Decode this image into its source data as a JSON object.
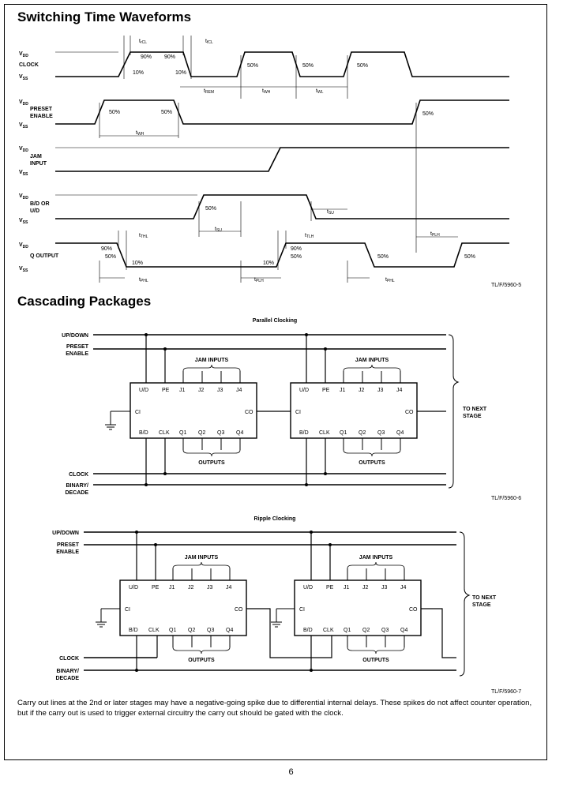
{
  "sections": {
    "waveforms_title": "Switching Time Waveforms",
    "cascading_title": "Cascading Packages",
    "parallel_title": "Parallel Clocking",
    "ripple_title": "Ripple Clocking"
  },
  "waveforms": {
    "vdd": "V",
    "vdd_sub": "DD",
    "vss": "V",
    "vss_sub": "SS",
    "clock": "CLOCK",
    "preset1": "PRESET",
    "preset2": "ENABLE",
    "jam1": "JAM",
    "jam2": "INPUT",
    "bd1": "B/D OR",
    "bd2": "U/D",
    "q": "Q OUTPUT",
    "p90": "90%",
    "p10": "10%",
    "p50": "50%",
    "t": "t",
    "rcl": "rCL",
    "fcl": "fCL",
    "rem": "REM",
    "wh": "WH",
    "wl": "WL",
    "su": "SU",
    "thl": "THL",
    "tlh": "TLH",
    "phl": "PHL",
    "plh": "PLH",
    "ref": "TL/F/5960-5"
  },
  "cascade": {
    "updown": "UP/DOWN",
    "preset1": "PRESET",
    "preset2": "ENABLE",
    "clock": "CLOCK",
    "binary1": "BINARY/",
    "binary2": "DECADE",
    "jam_inputs": "JAM INPUTS",
    "outputs": "OUTPUTS",
    "next1": "TO NEXT",
    "next2": "STAGE",
    "pin_ud": "U/D",
    "pin_pe": "PE",
    "pin_j1": "J1",
    "pin_j2": "J2",
    "pin_j3": "J3",
    "pin_j4": "J4",
    "pin_ci": "CI",
    "pin_co": "CO",
    "pin_bd": "B/D",
    "pin_clk": "CLK",
    "pin_q1": "Q1",
    "pin_q2": "Q2",
    "pin_q3": "Q3",
    "pin_q4": "Q4",
    "ref_parallel": "TL/F/5960-6",
    "ref_ripple": "TL/F/5960-7"
  },
  "caption": "Carry out lines at the 2nd or later stages may have a negative-going spike due to differential internal delays. These spikes do not affect counter operation, but if the carry out is used to trigger external circuitry the carry out should be gated with the clock.",
  "page_number": "6"
}
